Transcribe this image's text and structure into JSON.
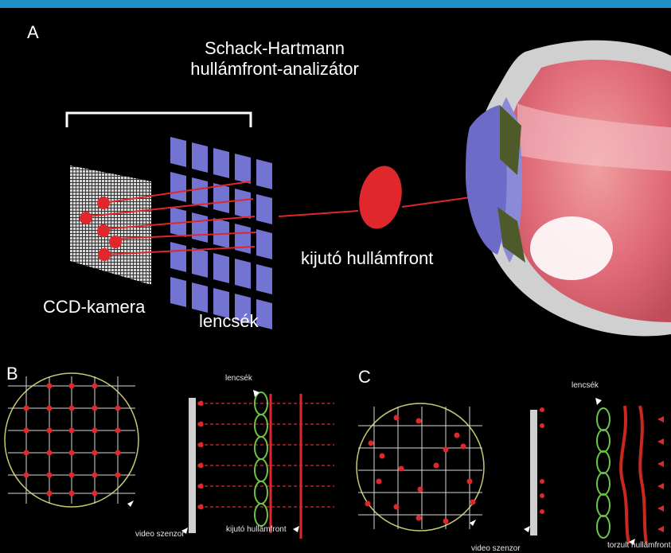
{
  "panel_a": {
    "letter": "A",
    "analyzer_title_line1": "Schack-Hartmann",
    "analyzer_title_line2": "hullámfront-analizátor",
    "ccd_label": "CCD-kamera",
    "lens_label": "lencsék",
    "wavefront_label": "kijutó hullámfront"
  },
  "panel_b": {
    "letter": "B",
    "lens_label": "lencsék",
    "sensor_label": "video szenzor",
    "wavefront_label": "kijutó hullámfront"
  },
  "panel_c": {
    "letter": "C",
    "lens_label": "lencsék",
    "sensor_label": "video szenzor",
    "wavefront_label": "torzult hullámfront"
  },
  "colors": {
    "accent_bar": "#1f8fc8",
    "spot_red": "#e0282c",
    "lens_blue": "#7f7fe8",
    "lens_green": "#6cc34a",
    "circle_yellow": "#c8c870"
  }
}
